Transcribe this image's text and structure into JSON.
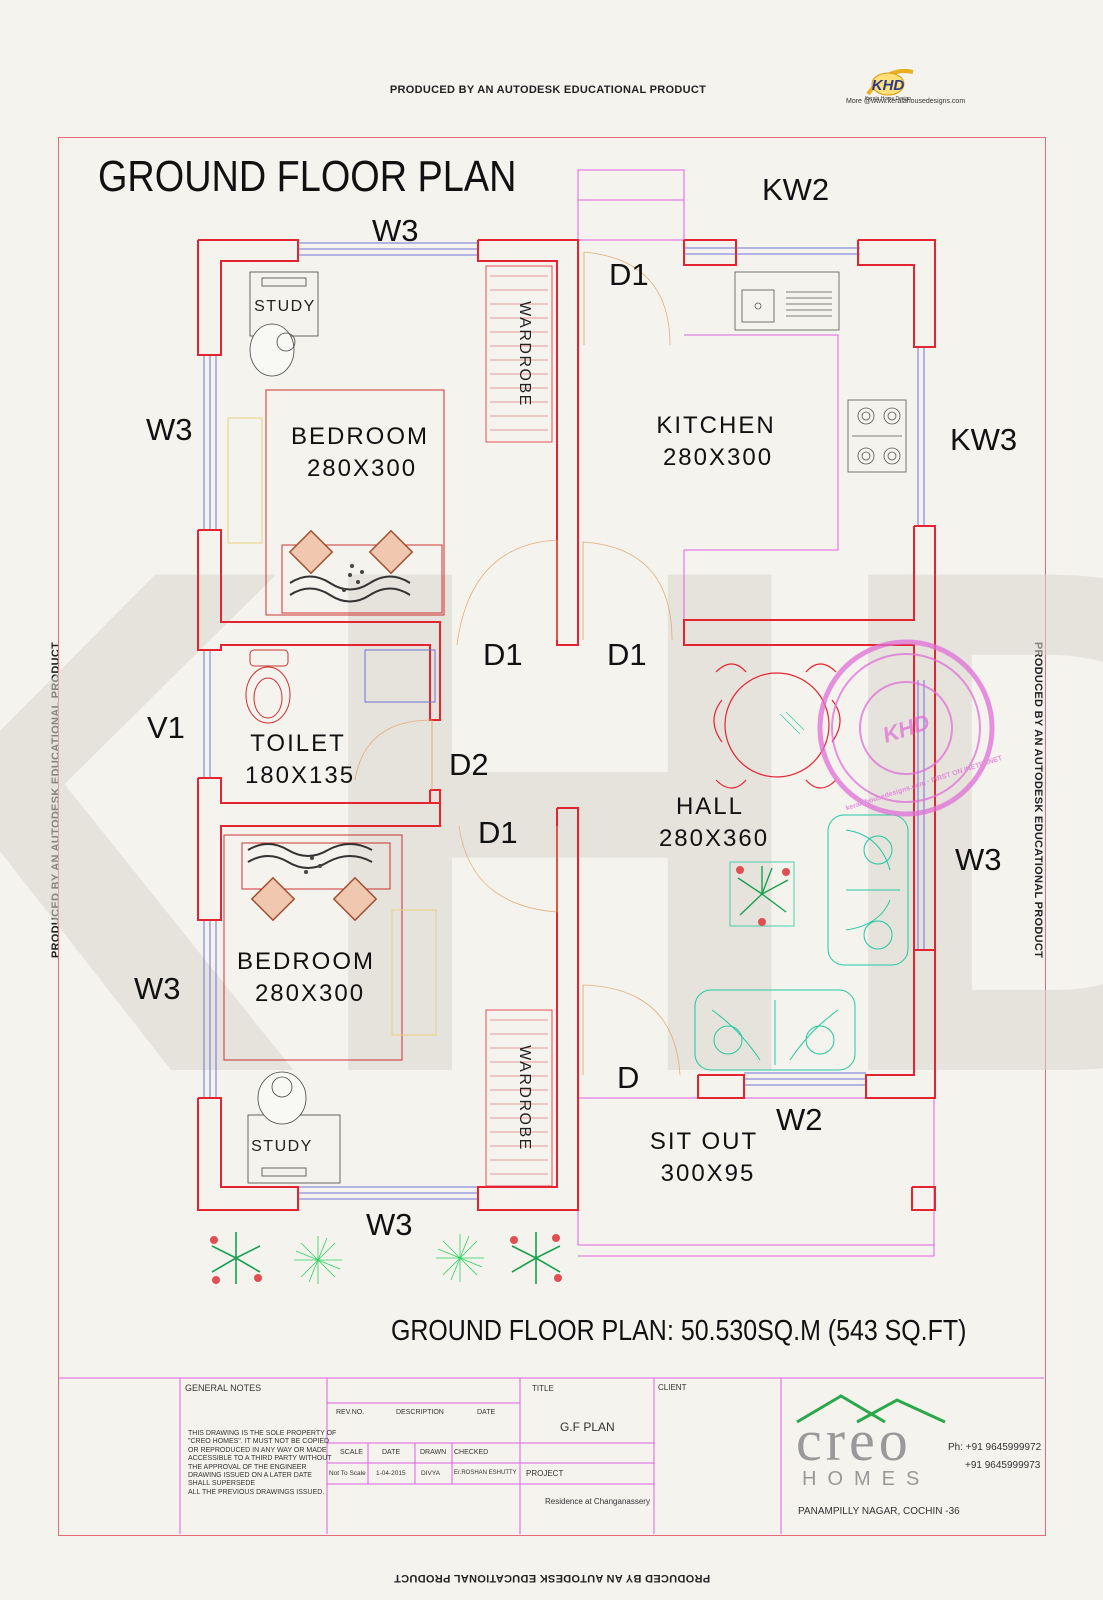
{
  "header": {
    "edu_notice": "PRODUCED BY AN AUTODESK EDUCATIONAL PRODUCT",
    "logo_text": "KHD",
    "logo_sub": "Kerala Home Design",
    "logo_url": "More @www.keralahousedesigns.com"
  },
  "plan": {
    "title": "GROUND FLOOR PLAN",
    "watermark": "KHD",
    "stamp_text": "keralahousedesigns.com · FIRST ON INETERNET",
    "rooms": [
      {
        "name": "BEDROOM",
        "size": "280X300"
      },
      {
        "name": "KITCHEN",
        "size": "280X300"
      },
      {
        "name": "TOILET",
        "size": "180X135"
      },
      {
        "name": "HALL",
        "size": "280X360"
      },
      {
        "name": "BEDROOM",
        "size": "280X300"
      },
      {
        "name": "SIT OUT",
        "size": "300X95"
      }
    ],
    "fixtures": {
      "study": "STUDY",
      "wardrobe": "WARDROBE"
    },
    "marks": {
      "w3": "W3",
      "w2": "W2",
      "kw2": "KW2",
      "kw3": "KW3",
      "v1": "V1",
      "d1": "D1",
      "d2": "D2",
      "d": "D"
    },
    "area_label": "GROUND FLOOR PLAN",
    "area_value": ": 50.530SQ.M (543 SQ.FT)"
  },
  "title_block": {
    "general_notes_label": "GENERAL NOTES",
    "notes": [
      "THIS DRAWING IS THE SOLE PROPERTY OF",
      "\"CREO HOMES\". IT MUST NOT BE COPIED",
      "OR REPRODUCED IN ANY WAY OR MADE",
      "ACCESSIBLE TO A THIRD PARTY WITHOUT",
      "THE APPROVAL OF THE ENGINEER",
      "DRAWING ISSUED ON A LATER DATE",
      "SHALL SUPERSEDE",
      "ALL THE PREVIOUS DRAWINGS ISSUED."
    ],
    "rev_headers": [
      "REV.NO.",
      "DESCRIPTION",
      "DATE"
    ],
    "info_headers": [
      "SCALE",
      "DATE",
      "DRAWN",
      "CHECKED"
    ],
    "info_values": [
      "Not To Scale",
      "1-04-2015",
      "DIVYA",
      "Er.ROSHAN ESHUTTY"
    ],
    "title_label": "TITLE",
    "title_value": "G.F PLAN",
    "project_label": "PROJECT",
    "project_value": "Residence at Changanassery",
    "client_label": "CLIENT",
    "company": "creo",
    "company_sub": "HOMES",
    "phones": [
      "Ph: +91 9645999972",
      "+91 9645999973"
    ],
    "address": "PANAMPILLY NAGAR, COCHIN -36"
  },
  "colors": {
    "wall": "#e52431",
    "partition": "#e060e0",
    "window": "#7070d8",
    "furniture": "#d03030",
    "sofa": "#22c8a0",
    "plant": "#18a050",
    "logo_green": "#2aa84a",
    "stamp": "#e070d8"
  }
}
